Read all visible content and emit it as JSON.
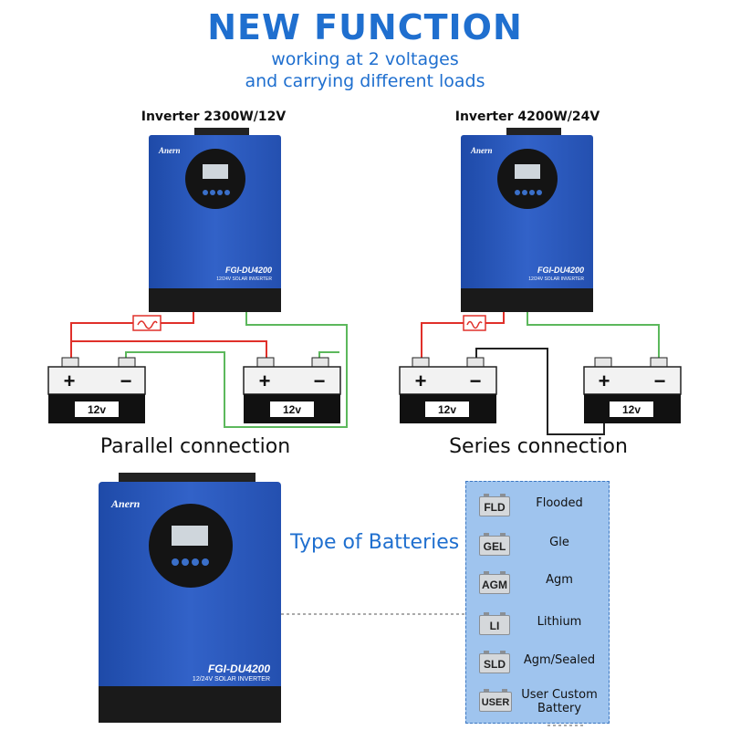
{
  "header": {
    "title": "NEW FUNCTION",
    "subtitle_line1": "working at 2 voltages",
    "subtitle_line2": "and carrying different loads"
  },
  "inverters": {
    "left_label": "Inverter 2300W/12V",
    "right_label": "Inverter 4200W/24V",
    "model": "FGI-DU4200",
    "model_sub": "12/24V SOLAR INVERTER",
    "logo": "Anern"
  },
  "batteries": {
    "voltage": "12v",
    "plus": "+",
    "minus": "−"
  },
  "connections": {
    "parallel": "Parallel connection",
    "series": "Series connection"
  },
  "battery_types": {
    "title": "Type of Batteries",
    "items": [
      {
        "code": "FLD",
        "name": "Flooded"
      },
      {
        "code": "GEL",
        "name": "Gle"
      },
      {
        "code": "AGM",
        "name": "Agm"
      },
      {
        "code": "LI",
        "name": "Lithium"
      },
      {
        "code": "SLD",
        "name": "Agm/Sealed"
      },
      {
        "code": "USER",
        "name": "User Custom Battery"
      }
    ]
  },
  "colors": {
    "accent_blue": "#1f6fcf",
    "inverter_body": "#2a55b8",
    "wire_red": "#e0302a",
    "wire_green": "#5cb85c",
    "panel_bg": "#9fc4ee"
  }
}
